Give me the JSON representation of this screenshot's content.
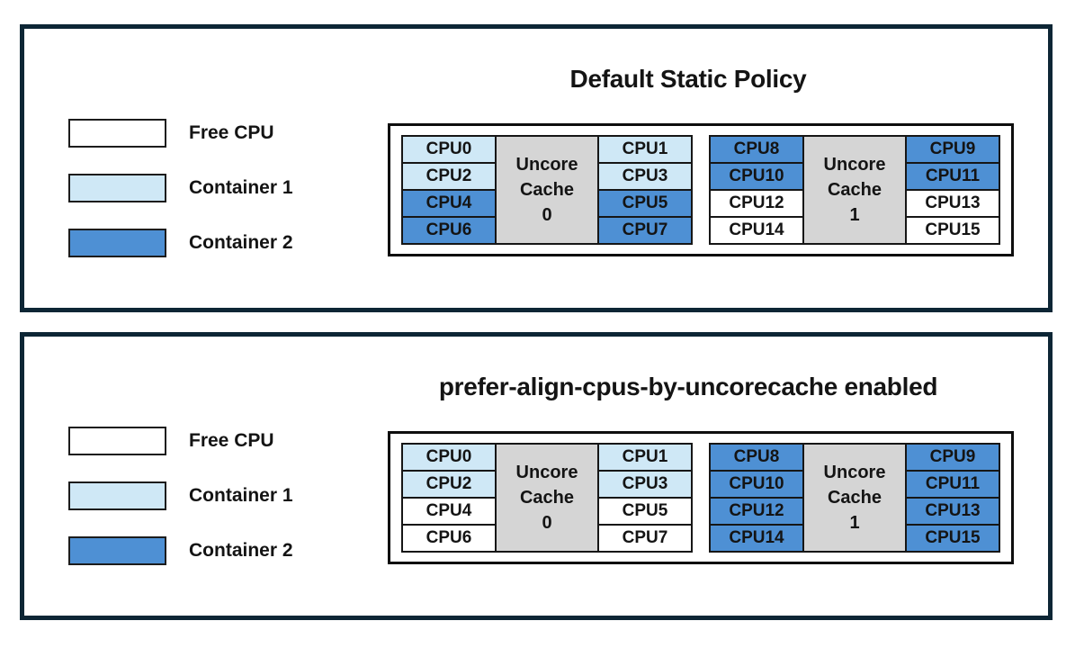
{
  "colors": {
    "free": "#ffffff",
    "container1": "#cfe8f6",
    "container2": "#4e90d4",
    "uncore_gray": "#d5d5d5",
    "panel_border": "#0d2635"
  },
  "panels": [
    {
      "title": "Default Static Policy",
      "legend": [
        {
          "label": "Free CPU",
          "state": "free"
        },
        {
          "label": "Container 1",
          "state": "container1"
        },
        {
          "label": "Container 2",
          "state": "container2"
        }
      ],
      "caches": [
        {
          "label_lines": [
            "Uncore",
            "Cache",
            "0"
          ],
          "left_cpus": [
            {
              "id": "CPU0",
              "state": "container1"
            },
            {
              "id": "CPU2",
              "state": "container1"
            },
            {
              "id": "CPU4",
              "state": "container2"
            },
            {
              "id": "CPU6",
              "state": "container2"
            }
          ],
          "right_cpus": [
            {
              "id": "CPU1",
              "state": "container1"
            },
            {
              "id": "CPU3",
              "state": "container1"
            },
            {
              "id": "CPU5",
              "state": "container2"
            },
            {
              "id": "CPU7",
              "state": "container2"
            }
          ]
        },
        {
          "label_lines": [
            "Uncore",
            "Cache",
            "1"
          ],
          "left_cpus": [
            {
              "id": "CPU8",
              "state": "container2"
            },
            {
              "id": "CPU10",
              "state": "container2"
            },
            {
              "id": "CPU12",
              "state": "free"
            },
            {
              "id": "CPU14",
              "state": "free"
            }
          ],
          "right_cpus": [
            {
              "id": "CPU9",
              "state": "container2"
            },
            {
              "id": "CPU11",
              "state": "container2"
            },
            {
              "id": "CPU13",
              "state": "free"
            },
            {
              "id": "CPU15",
              "state": "free"
            }
          ]
        }
      ]
    },
    {
      "title": "prefer-align-cpus-by-uncorecache enabled",
      "legend": [
        {
          "label": "Free CPU",
          "state": "free"
        },
        {
          "label": "Container 1",
          "state": "container1"
        },
        {
          "label": "Container 2",
          "state": "container2"
        }
      ],
      "caches": [
        {
          "label_lines": [
            "Uncore",
            "Cache",
            "0"
          ],
          "left_cpus": [
            {
              "id": "CPU0",
              "state": "container1"
            },
            {
              "id": "CPU2",
              "state": "container1"
            },
            {
              "id": "CPU4",
              "state": "free"
            },
            {
              "id": "CPU6",
              "state": "free"
            }
          ],
          "right_cpus": [
            {
              "id": "CPU1",
              "state": "container1"
            },
            {
              "id": "CPU3",
              "state": "container1"
            },
            {
              "id": "CPU5",
              "state": "free"
            },
            {
              "id": "CPU7",
              "state": "free"
            }
          ]
        },
        {
          "label_lines": [
            "Uncore",
            "Cache",
            "1"
          ],
          "left_cpus": [
            {
              "id": "CPU8",
              "state": "container2"
            },
            {
              "id": "CPU10",
              "state": "container2"
            },
            {
              "id": "CPU12",
              "state": "container2"
            },
            {
              "id": "CPU14",
              "state": "container2"
            }
          ],
          "right_cpus": [
            {
              "id": "CPU9",
              "state": "container2"
            },
            {
              "id": "CPU11",
              "state": "container2"
            },
            {
              "id": "CPU13",
              "state": "container2"
            },
            {
              "id": "CPU15",
              "state": "container2"
            }
          ]
        }
      ]
    }
  ]
}
